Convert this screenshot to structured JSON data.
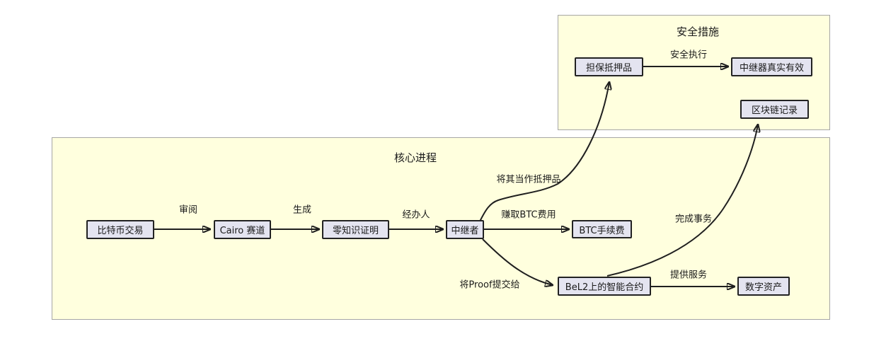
{
  "diagram": {
    "type": "flowchart",
    "groups": {
      "core": {
        "title": "核心进程"
      },
      "security": {
        "title": "安全措施"
      }
    },
    "nodes": {
      "bitcoin_tx": {
        "label": "比特币交易"
      },
      "cairo_track": {
        "label": "Cairo 赛道"
      },
      "zk_proof": {
        "label": "零知识证明"
      },
      "relayer": {
        "label": "中继者"
      },
      "btc_fee": {
        "label": "BTC手续费"
      },
      "bel2_contract": {
        "label": "BeL2上的智能合约"
      },
      "digital_asset": {
        "label": "数字资产"
      },
      "collateral": {
        "label": "担保抵押品"
      },
      "relayer_valid": {
        "label": "中继器真实有效"
      },
      "blockchain_record": {
        "label": "区块链记录"
      }
    },
    "edges": [
      {
        "from": "比特币交易",
        "to": "Cairo 赛道",
        "label": "审阅"
      },
      {
        "from": "Cairo 赛道",
        "to": "零知识证明",
        "label": "生成"
      },
      {
        "from": "零知识证明",
        "to": "中继者",
        "label": "经办人"
      },
      {
        "from": "中继者",
        "to": "BTC手续费",
        "label": "赚取BTC费用"
      },
      {
        "from": "中继者",
        "to": "担保抵押品",
        "label": "将其当作抵押品"
      },
      {
        "from": "中继者",
        "to": "BeL2上的智能合约",
        "label": "将Proof提交给"
      },
      {
        "from": "BeL2上的智能合约",
        "to": "数字资产",
        "label": "提供服务"
      },
      {
        "from": "BeL2上的智能合约",
        "to": "区块链记录",
        "label": "完成事务"
      },
      {
        "from": "担保抵押品",
        "to": "中继器真实有效",
        "label": "安全执行"
      }
    ],
    "colors": {
      "group_fill": "#ffffde",
      "group_border": "#a6a6a6",
      "node_fill": "#e4e4f0",
      "node_border": "#222222",
      "edge": "#1f1f1f"
    }
  }
}
